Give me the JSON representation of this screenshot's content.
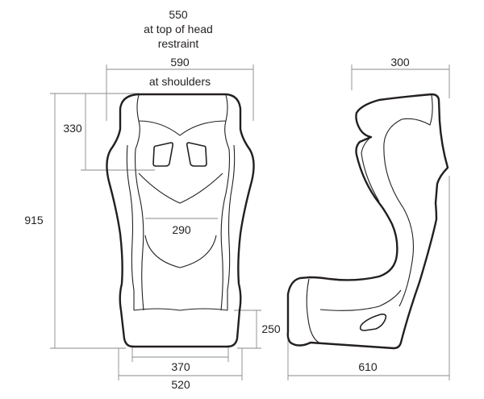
{
  "front_view": {
    "top_label": {
      "value": "550",
      "line1": "at top of head",
      "line2": "restraint"
    },
    "shoulder_label": {
      "value": "590",
      "note": "at shoulders"
    },
    "height_label": "915",
    "head_height_label": "330",
    "seat_inner_width_label": "290",
    "base_inner_width_label": "370",
    "base_outer_width_label": "520",
    "cushion_height_label": "250"
  },
  "side_view": {
    "top_depth_label": "300",
    "base_depth_label": "610"
  }
}
